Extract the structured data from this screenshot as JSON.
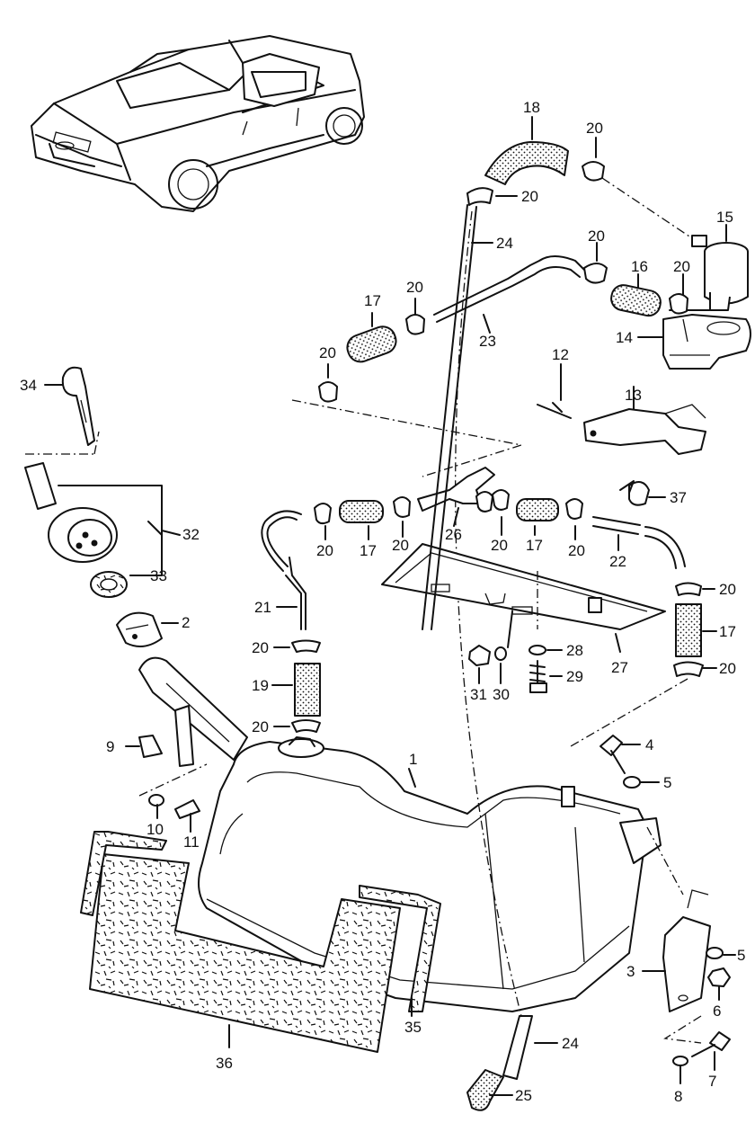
{
  "diagram": {
    "callouts": [
      {
        "id": "1",
        "label": "1"
      },
      {
        "id": "2",
        "label": "2"
      },
      {
        "id": "3",
        "label": "3"
      },
      {
        "id": "4",
        "label": "4"
      },
      {
        "id": "5a",
        "label": "5"
      },
      {
        "id": "5b",
        "label": "5"
      },
      {
        "id": "6",
        "label": "6"
      },
      {
        "id": "7",
        "label": "7"
      },
      {
        "id": "8",
        "label": "8"
      },
      {
        "id": "9",
        "label": "9"
      },
      {
        "id": "10",
        "label": "10"
      },
      {
        "id": "11",
        "label": "11"
      },
      {
        "id": "12",
        "label": "12"
      },
      {
        "id": "13",
        "label": "13"
      },
      {
        "id": "14",
        "label": "14"
      },
      {
        "id": "15",
        "label": "15"
      },
      {
        "id": "16",
        "label": "16"
      },
      {
        "id": "17a",
        "label": "17"
      },
      {
        "id": "17b",
        "label": "17"
      },
      {
        "id": "17c",
        "label": "17"
      },
      {
        "id": "17d",
        "label": "17"
      },
      {
        "id": "18",
        "label": "18"
      },
      {
        "id": "19",
        "label": "19"
      },
      {
        "id": "20a",
        "label": "20"
      },
      {
        "id": "20b",
        "label": "20"
      },
      {
        "id": "20c",
        "label": "20"
      },
      {
        "id": "20d",
        "label": "20"
      },
      {
        "id": "20e",
        "label": "20"
      },
      {
        "id": "20f",
        "label": "20"
      },
      {
        "id": "20g",
        "label": "20"
      },
      {
        "id": "20h",
        "label": "20"
      },
      {
        "id": "20i",
        "label": "20"
      },
      {
        "id": "20j",
        "label": "20"
      },
      {
        "id": "20k",
        "label": "20"
      },
      {
        "id": "20l",
        "label": "20"
      },
      {
        "id": "20m",
        "label": "20"
      },
      {
        "id": "20n",
        "label": "20"
      },
      {
        "id": "20o",
        "label": "20"
      },
      {
        "id": "21",
        "label": "21"
      },
      {
        "id": "22",
        "label": "22"
      },
      {
        "id": "23",
        "label": "23"
      },
      {
        "id": "24a",
        "label": "24"
      },
      {
        "id": "24b",
        "label": "24"
      },
      {
        "id": "25",
        "label": "25"
      },
      {
        "id": "26",
        "label": "26"
      },
      {
        "id": "27",
        "label": "27"
      },
      {
        "id": "28",
        "label": "28"
      },
      {
        "id": "29",
        "label": "29"
      },
      {
        "id": "30",
        "label": "30"
      },
      {
        "id": "31",
        "label": "31"
      },
      {
        "id": "32",
        "label": "32"
      },
      {
        "id": "33",
        "label": "33"
      },
      {
        "id": "34",
        "label": "34"
      },
      {
        "id": "35",
        "label": "35"
      },
      {
        "id": "36",
        "label": "36"
      },
      {
        "id": "37",
        "label": "37"
      }
    ]
  }
}
